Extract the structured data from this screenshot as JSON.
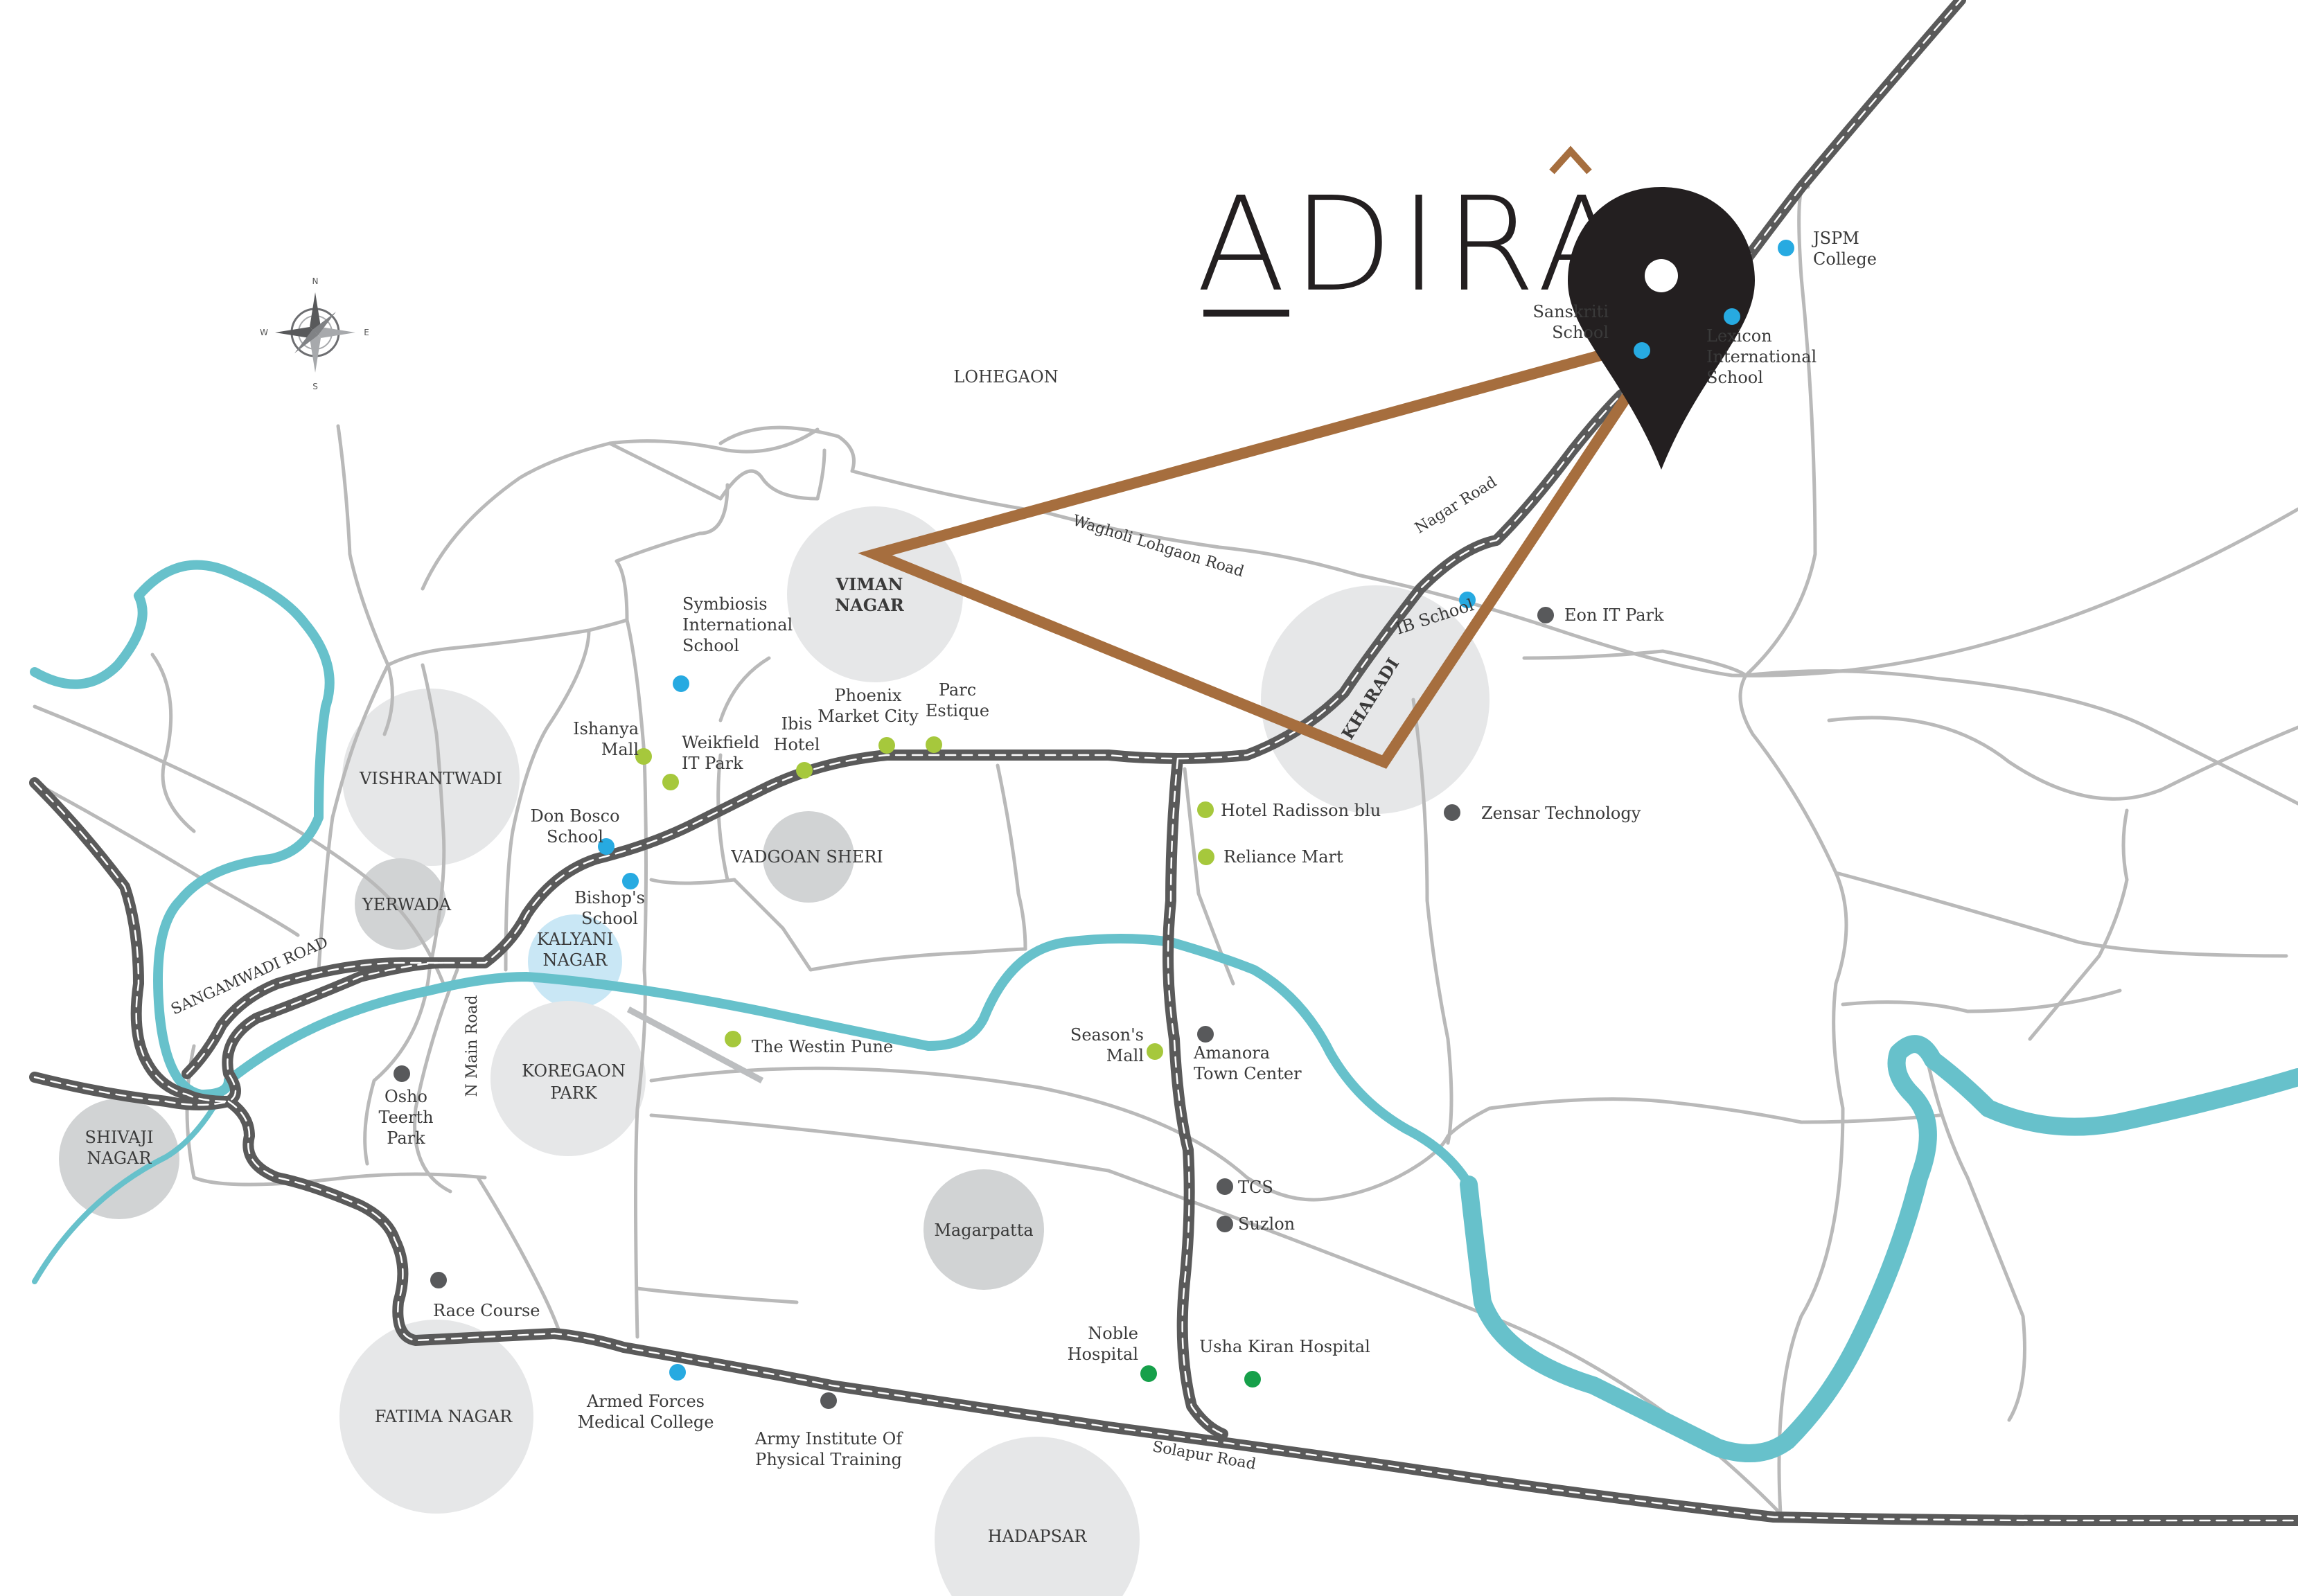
{
  "brand": {
    "name": "ADIRA",
    "accent_color": "#a66e3e",
    "pin_color": "#231f20"
  },
  "compass": {
    "n": "N",
    "e": "E",
    "s": "S",
    "w": "W"
  },
  "colors": {
    "river": "#67c1cb",
    "highway": "#5a5a5a",
    "minor_road": "#b9b9b9",
    "area_circle": "#e6e7e8",
    "area_circle_dark": "#d1d3d4",
    "area_circle_blue": "#c9e7f5",
    "route": "#a66e3e",
    "school": "#27aae1",
    "leisure": "#a6c83c",
    "business": "#58595b",
    "hospital": "#16a04a"
  },
  "areas": [
    {
      "id": "vimannagar",
      "lines": [
        "VIMAN",
        "NAGAR"
      ],
      "bold": true
    },
    {
      "id": "kharadi",
      "lines": [
        "KHARADI"
      ],
      "bold": true
    },
    {
      "id": "vishrantwadi",
      "lines": [
        "VISHRANTWADI"
      ]
    },
    {
      "id": "yerwada",
      "lines": [
        "YERWADA"
      ]
    },
    {
      "id": "kalyaninagar",
      "lines": [
        "KALYANI",
        "NAGAR"
      ]
    },
    {
      "id": "vadgoansheri",
      "lines": [
        "VADGOAN SHERI"
      ]
    },
    {
      "id": "koregaonpark",
      "lines": [
        "KOREGAON",
        "PARK"
      ]
    },
    {
      "id": "shivajinagar",
      "lines": [
        "SHIVAJI",
        "NAGAR"
      ]
    },
    {
      "id": "magarpatta",
      "lines": [
        "Magarpatta"
      ]
    },
    {
      "id": "fatimanagar",
      "lines": [
        "FATIMA NAGAR"
      ]
    },
    {
      "id": "hadapsar",
      "lines": [
        "HADAPSAR"
      ]
    },
    {
      "id": "lohegaon",
      "lines": [
        "LOHEGAON"
      ]
    }
  ],
  "roads": [
    {
      "id": "wagholi",
      "text": "Wagholi Lohgaon Road"
    },
    {
      "id": "nagar",
      "text": "Nagar Road"
    },
    {
      "id": "sangamwadi",
      "text": "SANGAMWADI ROAD"
    },
    {
      "id": "nmain",
      "text": "N Main Road"
    },
    {
      "id": "solapur",
      "text": "Solapur Road"
    }
  ],
  "pois": [
    {
      "id": "jspm",
      "type": "school",
      "lines": [
        "JSPM",
        "College"
      ]
    },
    {
      "id": "lexicon",
      "type": "school",
      "lines": [
        "Lexicon",
        "International",
        "School"
      ]
    },
    {
      "id": "sanskriti",
      "type": "school",
      "lines": [
        "Sanskriti",
        "School"
      ]
    },
    {
      "id": "ibschool",
      "type": "school",
      "lines": [
        "IB School"
      ]
    },
    {
      "id": "eon",
      "type": "business",
      "lines": [
        "Eon IT Park"
      ],
      "highlight": true
    },
    {
      "id": "symbiosis",
      "type": "school",
      "lines": [
        "Symbiosis",
        "International",
        "School"
      ]
    },
    {
      "id": "ishanya",
      "type": "leisure",
      "lines": [
        "Ishanya",
        "Mall"
      ]
    },
    {
      "id": "weikfield",
      "type": "leisure",
      "lines": [
        "Weikfield",
        "IT Park"
      ]
    },
    {
      "id": "ibis",
      "type": "leisure",
      "lines": [
        "Ibis",
        "Hotel"
      ]
    },
    {
      "id": "phoenix",
      "type": "leisure",
      "lines": [
        "Phoenix",
        "Market City"
      ]
    },
    {
      "id": "parc",
      "type": "leisure",
      "lines": [
        "Parc",
        "Estique"
      ]
    },
    {
      "id": "radisson",
      "type": "leisure",
      "lines": [
        "Hotel Radisson blu"
      ]
    },
    {
      "id": "reliance",
      "type": "leisure",
      "lines": [
        "Reliance Mart"
      ]
    },
    {
      "id": "zensar",
      "type": "business",
      "lines": [
        "Zensar Technology"
      ]
    },
    {
      "id": "donbosco",
      "type": "school",
      "lines": [
        "Don Bosco",
        "School"
      ]
    },
    {
      "id": "bishops",
      "type": "school",
      "lines": [
        "Bishop's",
        "School"
      ]
    },
    {
      "id": "westin",
      "type": "leisure",
      "lines": [
        "The Westin Pune"
      ]
    },
    {
      "id": "seasons",
      "type": "leisure",
      "lines": [
        "Season's",
        "Mall"
      ]
    },
    {
      "id": "amanora",
      "type": "business",
      "lines": [
        "Amanora",
        "Town Center"
      ]
    },
    {
      "id": "osho",
      "type": "business",
      "lines": [
        "Osho",
        "Teerth",
        "Park"
      ]
    },
    {
      "id": "tcs",
      "type": "business",
      "lines": [
        "TCS"
      ]
    },
    {
      "id": "suzlon",
      "type": "business",
      "lines": [
        "Suzlon"
      ]
    },
    {
      "id": "racecourse",
      "type": "business",
      "lines": [
        "Race Course"
      ]
    },
    {
      "id": "noble",
      "type": "hospital",
      "lines": [
        "Noble",
        "Hospital"
      ]
    },
    {
      "id": "ushakiran",
      "type": "hospital",
      "lines": [
        "Usha Kiran Hospital"
      ]
    },
    {
      "id": "armedforces",
      "type": "school",
      "lines": [
        "Armed Forces",
        "Medical College"
      ]
    },
    {
      "id": "armyinst",
      "type": "business",
      "lines": [
        "Army Institute Of",
        "Physical Training"
      ]
    }
  ]
}
